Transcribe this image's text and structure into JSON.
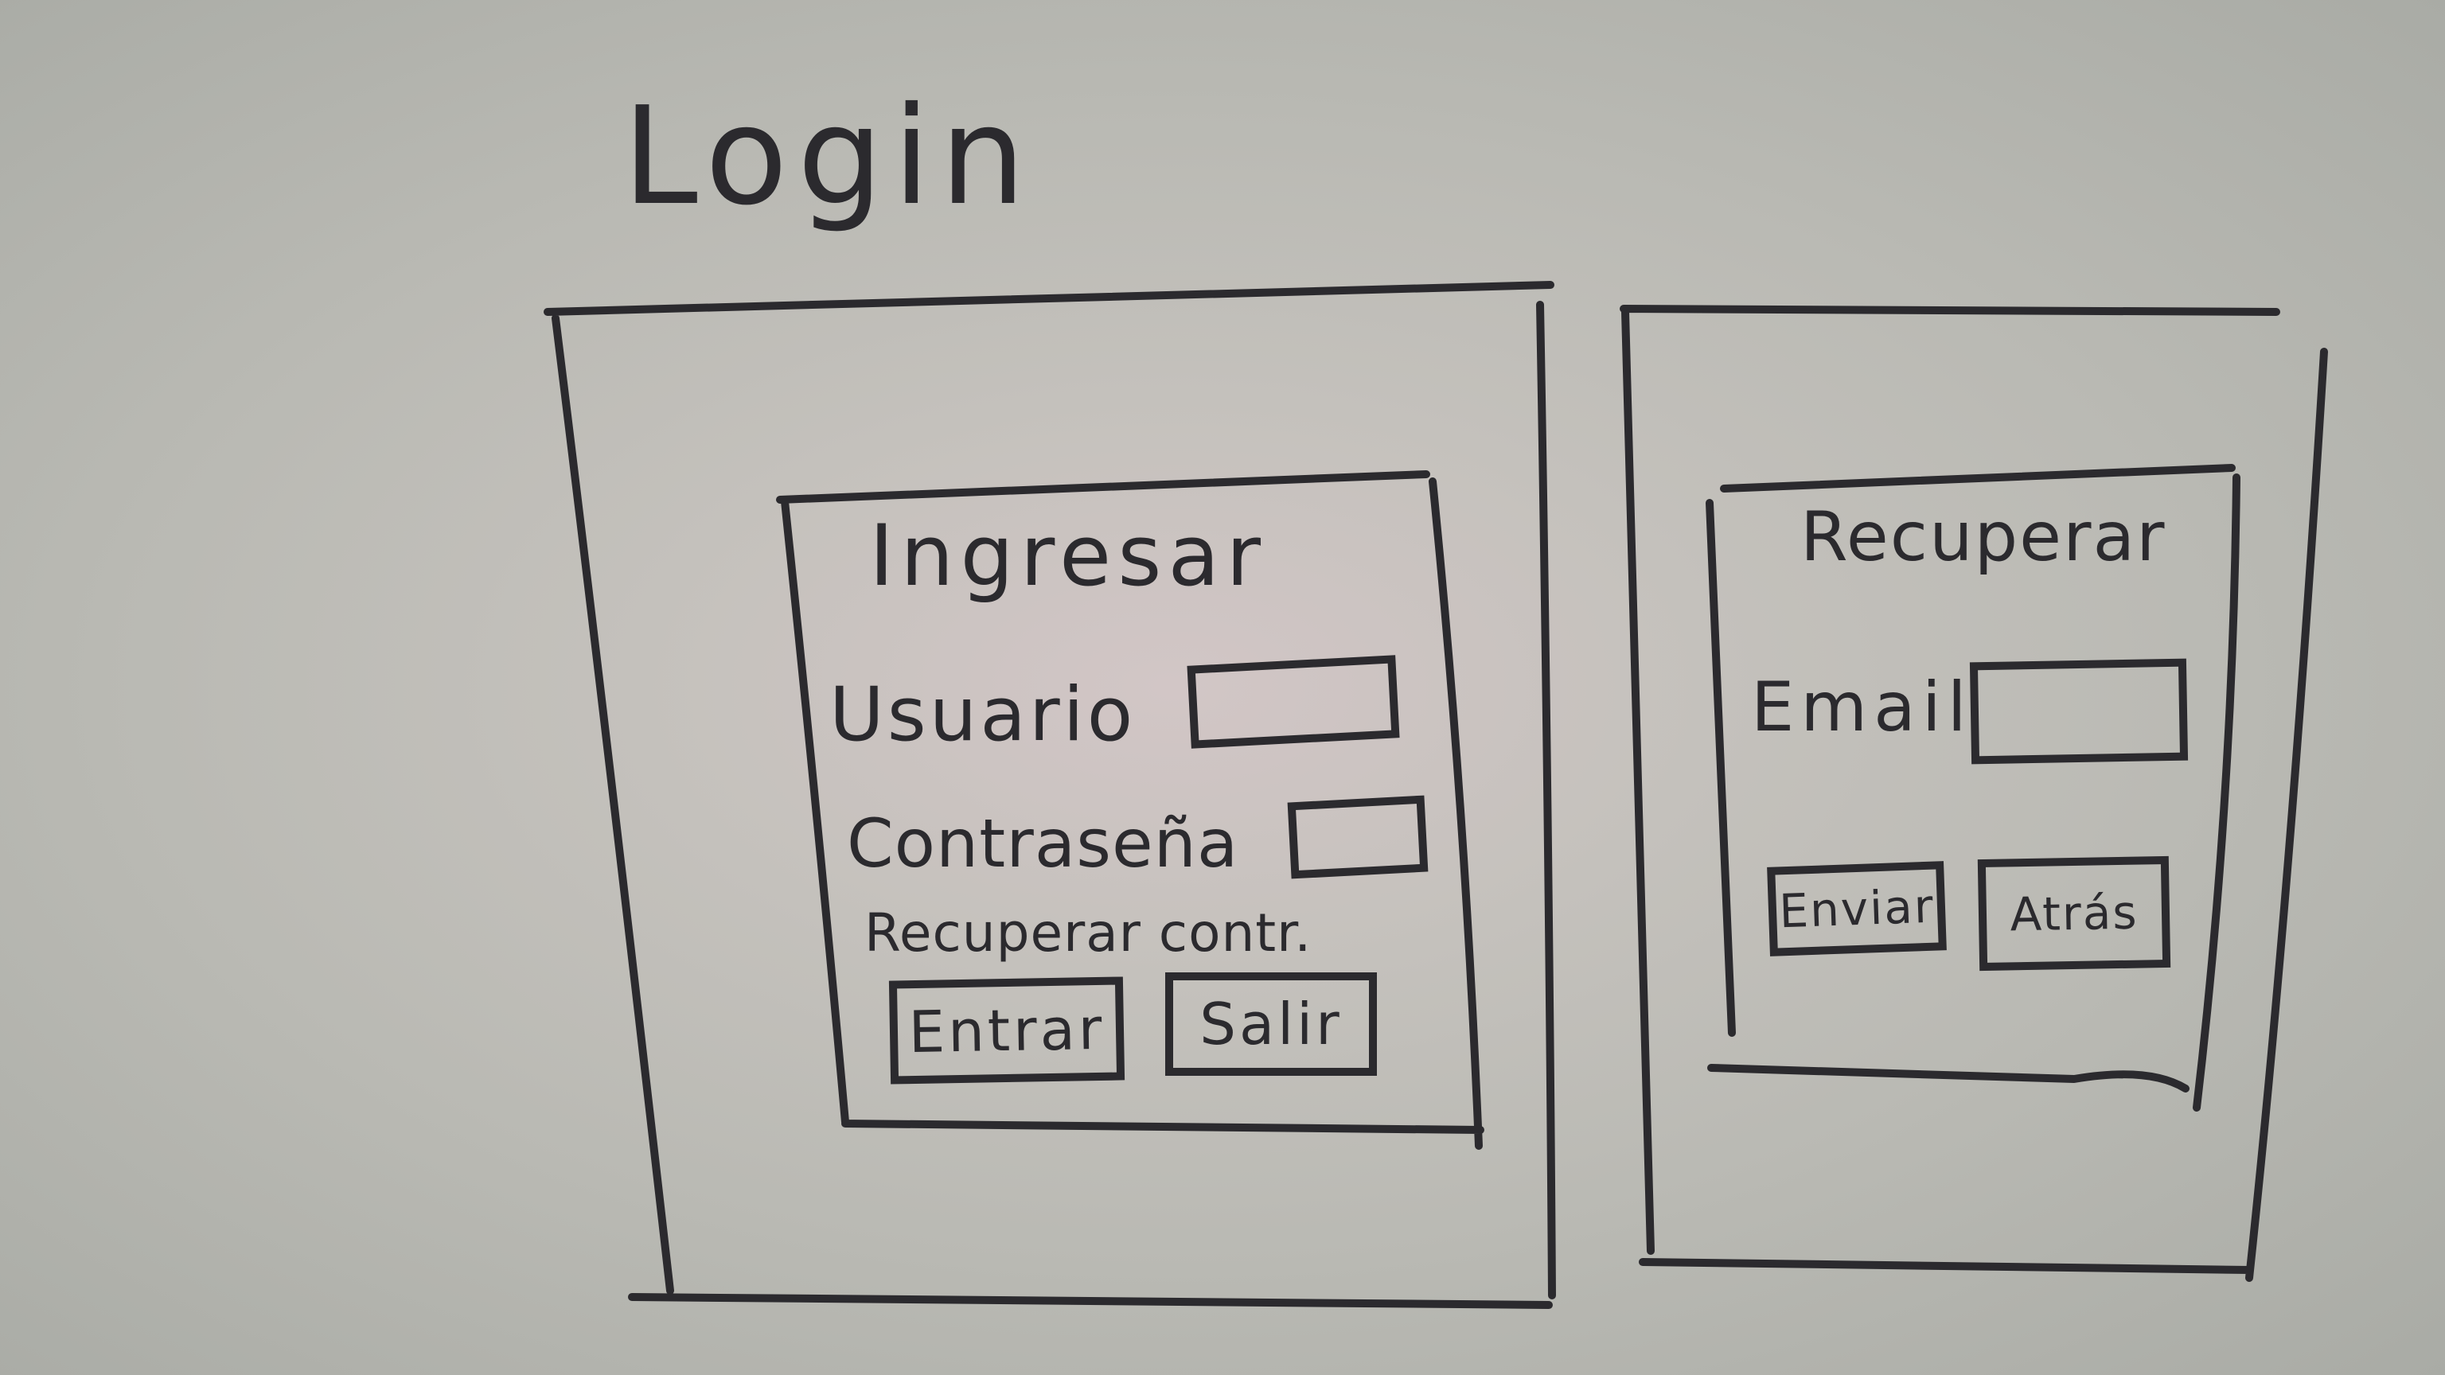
{
  "page": {
    "title": "Login"
  },
  "login_dialog": {
    "heading": "Ingresar",
    "username_label": "Usuario",
    "username_value": "",
    "password_label": "Contraseña",
    "password_value": "",
    "recover_link": "Recuperar contr.",
    "enter_button": "Entrar",
    "exit_button": "Salir"
  },
  "recover_dialog": {
    "heading": "Recuperar",
    "email_label": "Email",
    "email_value": "",
    "send_button": "Enviar",
    "back_button": "Atrás"
  },
  "colors": {
    "paper": "#bcbcb6",
    "ink": "#2b2a2e"
  }
}
